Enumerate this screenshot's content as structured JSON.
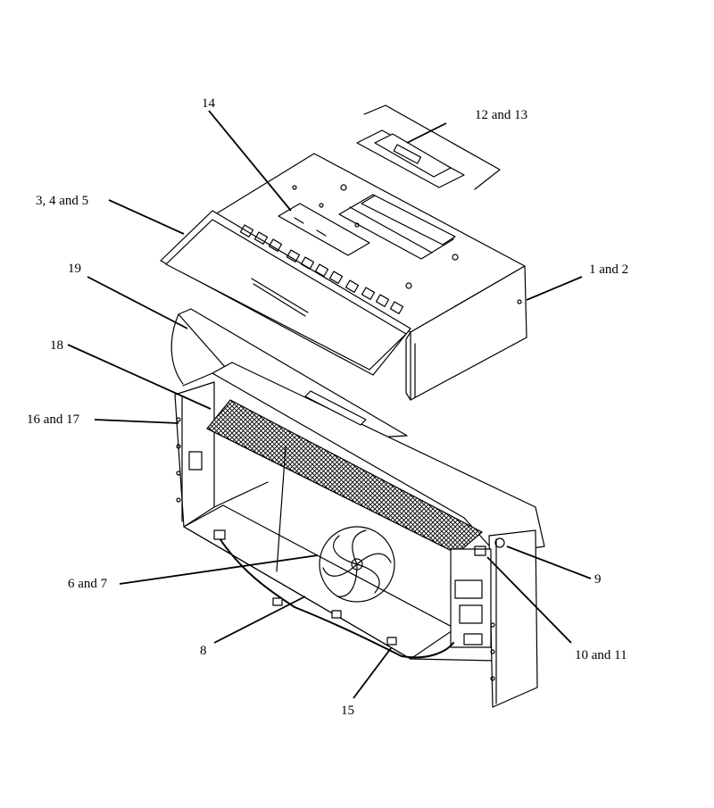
{
  "diagram": {
    "callouts": [
      {
        "id": "c14",
        "label": "14"
      },
      {
        "id": "c12",
        "label": "12 and 13"
      },
      {
        "id": "c3",
        "label": "3, 4 and 5"
      },
      {
        "id": "c1",
        "label": "1 and 2"
      },
      {
        "id": "c19",
        "label": "19"
      },
      {
        "id": "c18",
        "label": "18"
      },
      {
        "id": "c16",
        "label": "16 and 17"
      },
      {
        "id": "c6",
        "label": "6 and 7"
      },
      {
        "id": "c9",
        "label": "9"
      },
      {
        "id": "c10",
        "label": "10 and 11"
      },
      {
        "id": "c8",
        "label": "8"
      },
      {
        "id": "c15",
        "label": "15"
      }
    ]
  }
}
